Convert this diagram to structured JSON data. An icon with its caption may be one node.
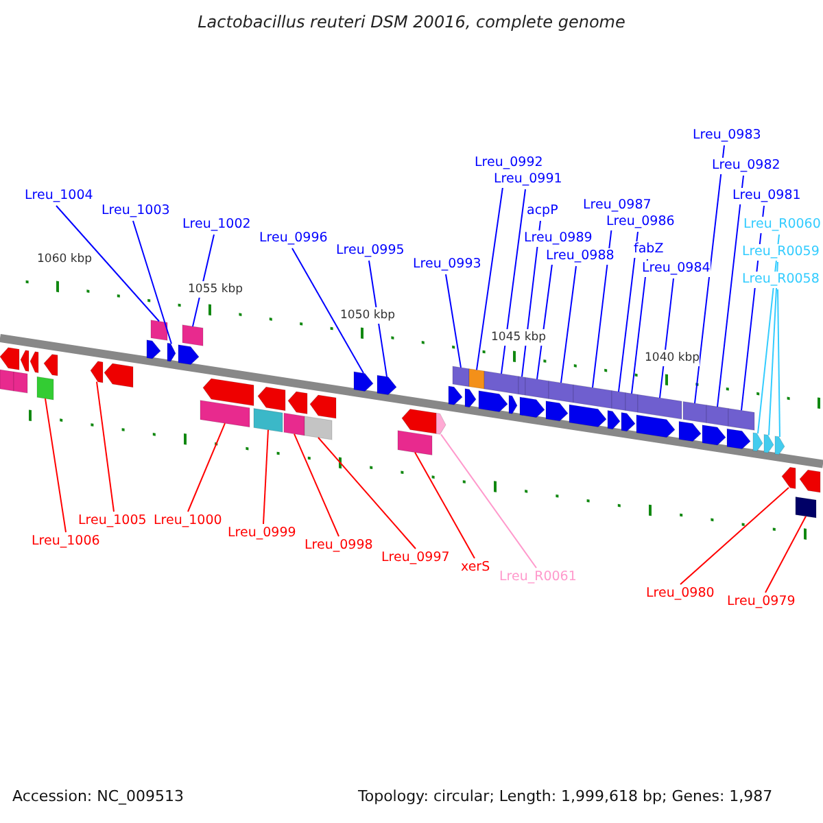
{
  "diagram": {
    "title": "Lactobacillus reuteri DSM 20016, complete genome",
    "nodes": [
      {
        "text": [
          "Lreu_1004"
        ]
      },
      {
        "text": [],
        "shape": "box"
      },
      {
        "text": [
          "Lreu_1003"
        ]
      },
      {
        "text": [],
        "shape": "arrow"
      },
      {
        "text": [
          "Lreu_1002"
        ]
      },
      {
        "text": [],
        "shape": "box"
      },
      {
        "text": [
          "Lreu_0996"
        ]
      },
      {
        "text": [],
        "shape": "arrow"
      },
      {
        "text": [
          "Lreu_0995"
        ]
      },
      {
        "text": [],
        "shape": "arrow"
      },
      {
        "text": [
          "Lreu_0993"
        ]
      },
      {
        "text": [],
        "shape": "box"
      },
      {
        "text": [
          "Lreu_0992"
        ]
      },
      {
        "text": [],
        "shape": "box"
      },
      {
        "text": [
          "Lreu_0991"
        ]
      },
      {
        "text": [],
        "shape": "box"
      },
      {
        "text": [
          "acpP"
        ]
      },
      {
        "text": [],
        "shape": "box"
      },
      {
        "text": [
          "Lreu_0989"
        ]
      },
      {
        "text": [],
        "shape": "box"
      },
      {
        "text": [
          "Lreu_0988"
        ]
      },
      {
        "text": [],
        "shape": "box"
      },
      {
        "text": [
          "Lreu_0987"
        ]
      },
      {
        "text": [],
        "shape": "box"
      },
      {
        "text": [
          "Lreu_0986"
        ]
      },
      {
        "text": [],
        "shape": "box"
      },
      {
        "text": [
          "fabZ"
        ]
      },
      {
        "text": [],
        "shape": "box"
      },
      {
        "text": [
          "Lreu_0984"
        ]
      },
      {
        "text": [],
        "shape": "box"
      },
      {
        "text": [
          "Lreu_0983"
        ]
      },
      {
        "text": [],
        "shape": "box"
      },
      {
        "text": [
          "Lreu_0982"
        ]
      },
      {
        "text": [],
        "shape": "box"
      },
      {
        "text": [
          "Lreu_0981"
        ]
      },
      {
        "text": [],
        "shape": "box"
      },
      {
        "text": [
          "Lreu_R0060"
        ]
      },
      {
        "text": [],
        "shape": "arrow"
      },
      {
        "text": [
          "Lreu_R0059"
        ]
      },
      {
        "text": [],
        "shape": "arrow"
      },
      {
        "text": [
          "Lreu_R0058"
        ]
      },
      {
        "text": [],
        "shape": "arrow"
      },
      {
        "text": [
          "Lreu_1006"
        ]
      },
      {
        "text": [],
        "shape": "box"
      },
      {
        "text": [
          "Lreu_1005"
        ]
      },
      {
        "text": [],
        "shape": "arrow"
      },
      {
        "text": [
          "Lreu_1000"
        ]
      },
      {
        "text": [],
        "shape": "box"
      },
      {
        "text": [
          "Lreu_0999"
        ]
      },
      {
        "text": [],
        "shape": "box"
      },
      {
        "text": [
          "Lreu_0998"
        ]
      },
      {
        "text": [],
        "shape": "box"
      },
      {
        "text": [
          "Lreu_0997"
        ]
      },
      {
        "text": [],
        "shape": "box"
      },
      {
        "text": [
          "xerS"
        ]
      },
      {
        "text": [],
        "shape": "box"
      },
      {
        "text": [
          "Lreu_R0061"
        ]
      },
      {
        "text": [],
        "shape": "arrow"
      },
      {
        "text": [
          "Lreu_0980"
        ]
      },
      {
        "text": [],
        "shape": "arrow"
      },
      {
        "text": [
          "Lreu_0979"
        ]
      },
      {
        "text": [],
        "shape": "box"
      },
      {
        "text": [],
        "shape": "arrow"
      },
      {
        "text": [],
        "shape": "box"
      },
      {
        "text": [],
        "shape": "box"
      },
      {
        "text": [],
        "shape": "arrow"
      },
      {
        "text": [],
        "shape": "arrow"
      },
      {
        "text": [],
        "shape": "arrow"
      },
      {
        "text": [],
        "shape": "arrow"
      },
      {
        "text": [],
        "shape": "arrow"
      },
      {
        "text": [],
        "shape": "arrow"
      },
      {
        "text": [],
        "shape": "arrow"
      },
      {
        "text": [],
        "shape": "arrow"
      },
      {
        "text": [],
        "shape": "arrow"
      },
      {
        "text": [],
        "shape": "arrow"
      },
      {
        "text": [],
        "shape": "arrow"
      },
      {
        "text": [],
        "shape": "arrow"
      },
      {
        "text": [],
        "shape": "arrow"
      },
      {
        "text": [],
        "shape": "arrow"
      },
      {
        "text": [],
        "shape": "arrow"
      },
      {
        "text": [],
        "shape": "arrow"
      },
      {
        "text": [],
        "shape": "arrow"
      },
      {
        "text": [],
        "shape": "arrow"
      },
      {
        "text": [],
        "shape": "arrow"
      },
      {
        "text": [],
        "shape": "arrow"
      },
      {
        "text": [],
        "shape": "arrow"
      },
      {
        "text": [],
        "shape": "arrow"
      },
      {
        "text": [],
        "shape": "arrow"
      },
      {
        "text": [],
        "shape": "arrow"
      },
      {
        "text": [],
        "shape": "arrow"
      }
    ],
    "edges": [
      {
        "from": 0,
        "to": 1,
        "arrow": "none"
      },
      {
        "from": 2,
        "to": 3,
        "arrow": "none"
      },
      {
        "from": 4,
        "to": 5,
        "arrow": "none"
      },
      {
        "from": 6,
        "to": 7,
        "arrow": "none"
      },
      {
        "from": 8,
        "to": 9,
        "arrow": "none"
      },
      {
        "from": 10,
        "to": 11,
        "arrow": "none"
      },
      {
        "from": 12,
        "to": 13,
        "arrow": "none"
      },
      {
        "from": 14,
        "to": 15,
        "arrow": "none"
      },
      {
        "from": 16,
        "to": 17,
        "arrow": "none"
      },
      {
        "from": 18,
        "to": 19,
        "arrow": "none"
      },
      {
        "from": 20,
        "to": 21,
        "arrow": "none"
      },
      {
        "from": 22,
        "to": 23,
        "arrow": "none"
      },
      {
        "from": 24,
        "to": 25,
        "arrow": "none"
      },
      {
        "from": 26,
        "to": 27,
        "arrow": "none"
      },
      {
        "from": 28,
        "to": 29,
        "arrow": "none"
      },
      {
        "from": 30,
        "to": 31,
        "arrow": "none"
      },
      {
        "from": 32,
        "to": 33,
        "arrow": "none"
      },
      {
        "from": 34,
        "to": 35,
        "arrow": "none"
      },
      {
        "from": 36,
        "to": 37,
        "arrow": "none",
        "color": "#33ccff"
      },
      {
        "from": 38,
        "to": 39,
        "arrow": "none",
        "color": "#33ccff"
      },
      {
        "from": 40,
        "to": 41,
        "arrow": "none",
        "color": "#33ccff"
      },
      {
        "from": 42,
        "to": 43,
        "arrow": "none",
        "color": "#ff0000"
      },
      {
        "from": 44,
        "to": 45,
        "arrow": "none",
        "color": "#ff0000"
      },
      {
        "from": 46,
        "to": 47,
        "arrow": "none",
        "color": "#ff0000"
      },
      {
        "from": 48,
        "to": 49,
        "arrow": "none",
        "color": "#ff0000"
      },
      {
        "from": 50,
        "to": 51,
        "arrow": "none",
        "color": "#ff0000"
      },
      {
        "from": 52,
        "to": 53,
        "arrow": "none",
        "color": "#ff0000"
      },
      {
        "from": 54,
        "to": 55,
        "arrow": "none",
        "color": "#ff0000"
      },
      {
        "from": 56,
        "to": 57,
        "arrow": "none",
        "color": "#ff99cc"
      },
      {
        "from": 58,
        "to": 59,
        "arrow": "none",
        "color": "#ff0000"
      },
      {
        "from": 60,
        "to": 61,
        "arrow": "none",
        "color": "#ff0000"
      }
    ],
    "labels": [
      "1060 kbp",
      "1055 kbp",
      "1050 kbp",
      "1045 kbp",
      "1040 kbp",
      "Accession: NC_009513",
      "Topology: circular; Length: 1,999,618 bp; Genes: 1,987"
    ]
  }
}
